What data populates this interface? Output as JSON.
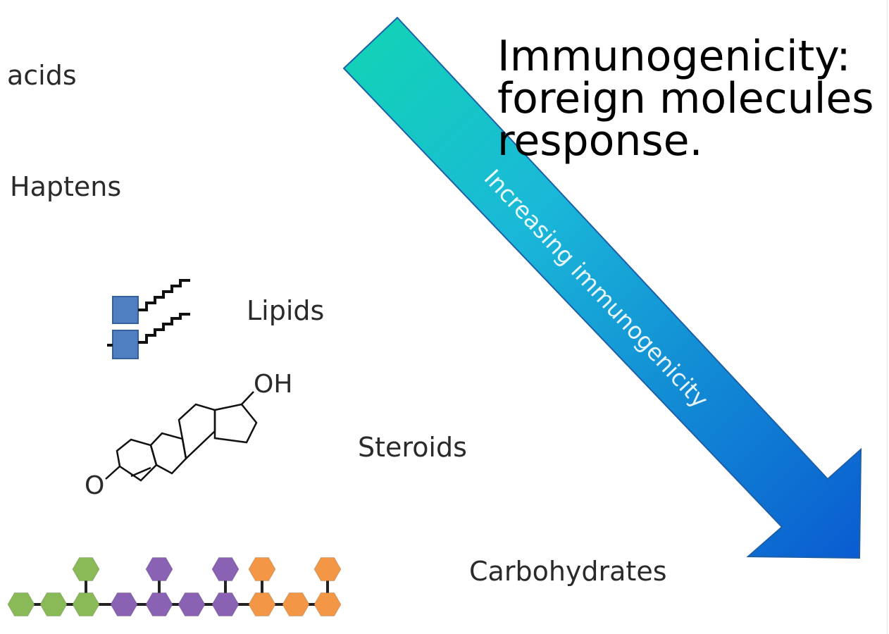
{
  "title": {
    "line1": "Immunogenicity:",
    "line2": "foreign molecules",
    "line3": "response."
  },
  "arrow": {
    "label": "Increasing immunogenicity",
    "color_start": "#12d3b6",
    "color_end": "#0a5cd1"
  },
  "labels": {
    "acids": "acids",
    "haptens": "Haptens",
    "lipids": "Lipids",
    "steroids": "Steroids",
    "steroid_oh": "OH",
    "steroid_o": "O",
    "carbohydrates": "Carbohydrates"
  },
  "colors": {
    "lipid_blue": "#4f7fc1",
    "sugar_green": "#8ab957",
    "sugar_purple": "#8a62b3",
    "sugar_orange": "#f39645"
  }
}
